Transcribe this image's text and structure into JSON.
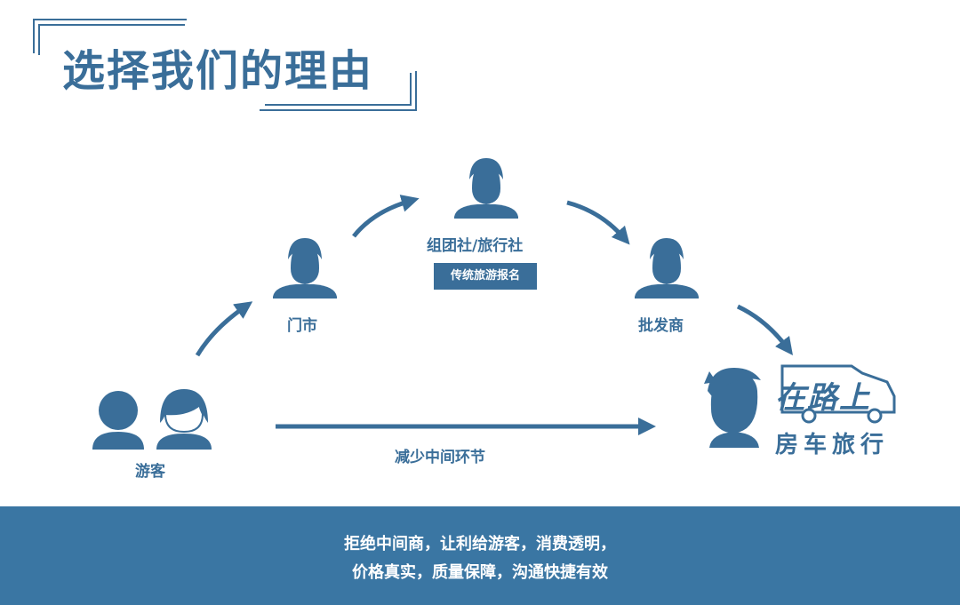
{
  "header": {
    "title": "选择我们的理由"
  },
  "nodes": {
    "tourist": "游客",
    "storefront": "门市",
    "agency": "组团社/旅行社",
    "agency_tag": "传统旅游报名",
    "wholesaler": "批发商"
  },
  "shortcut_label": "减少中间环节",
  "brand": {
    "name": "在路上",
    "subtitle": "房车旅行"
  },
  "footer": {
    "line1": "拒绝中间商，让利给游客，消费透明，",
    "line2": "价格真实，质量保障，沟通快捷有效"
  },
  "colors": {
    "primary": "#3a6e99",
    "footer_bg": "#3a76a3",
    "text_on_footer": "#ffffff"
  }
}
